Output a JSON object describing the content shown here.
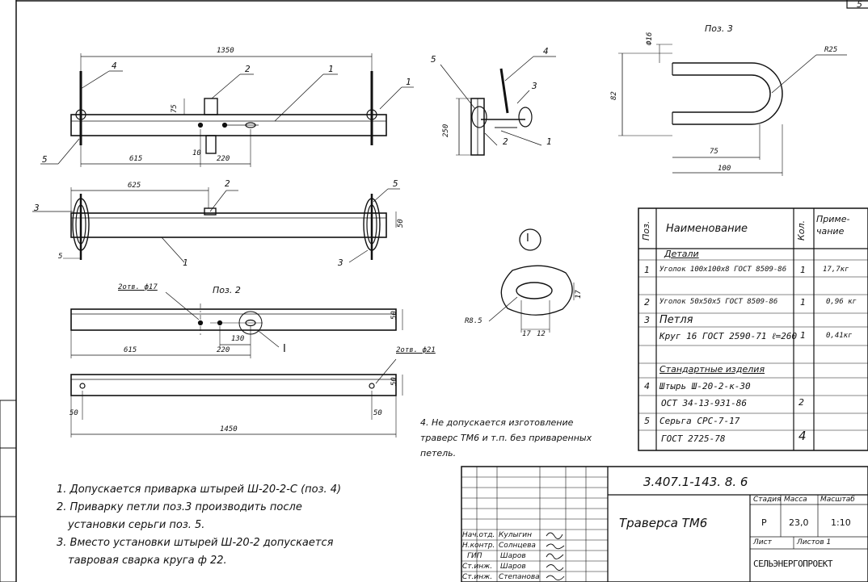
{
  "sheet_number": "5",
  "views": {
    "main": {
      "dim_total": "1350",
      "dim_left": "615",
      "dim_mid": "220",
      "dim_small": "10",
      "dim_height": "75",
      "callouts": [
        "4",
        "2",
        "1",
        "1",
        "5"
      ]
    },
    "side": {
      "dim_height": "250",
      "callouts": [
        "5",
        "4",
        "3",
        "2",
        "1"
      ]
    },
    "plan": {
      "dim_left": "625",
      "dim_right": "50",
      "dim_left_small": "5",
      "callouts": [
        "2",
        "5",
        "3",
        "1",
        "3"
      ]
    },
    "pos2": {
      "title": "Поз. 2",
      "hole_label_1": "2отв. ф17",
      "hole_label_2": "2отв. ф21",
      "dim_left": "615",
      "dim_mid": "220",
      "dim_small": "130",
      "dim_height": "50",
      "dim_end_left": "50",
      "dim_end_right": "50",
      "dim_total": "1450",
      "detail_mark": "I"
    },
    "pos3": {
      "title": "Поз. 3",
      "dim_dia": "Ф16",
      "dim_radius": "R25",
      "dim_height": "82",
      "dim_inner": "75",
      "dim_outer": "100"
    },
    "detail_I": {
      "mark": "I",
      "dim_radius": "R8.5",
      "dim_height": "17",
      "dim_width_1": "17",
      "dim_width_2": "12"
    }
  },
  "spec_table": {
    "headers": {
      "pos": "Поз.",
      "name": "Наименование",
      "qty": "Кол.",
      "note": "Приме-\nчание"
    },
    "sections": {
      "details": "Детали",
      "standard": "Стандартные изделия"
    },
    "rows": [
      {
        "pos": "1",
        "name": "Уголок 100х100х8 ГОСТ 8509-86",
        "qty": "1",
        "note": "17,7кг"
      },
      {
        "pos": "2",
        "name": "Уголок 50х50х5 ГОСТ 8509-86",
        "qty": "1",
        "note": "0,96 кг"
      },
      {
        "pos": "3",
        "name": "Петля",
        "qty": "",
        "note": ""
      },
      {
        "pos": "",
        "name": "Круг 16 ГОСТ 2590-71 ℓ=260",
        "qty": "1",
        "note": "0,41кг"
      },
      {
        "pos": "4",
        "name": "Штырь Ш-20-2-к-30",
        "qty": "",
        "note": ""
      },
      {
        "pos": "",
        "name": "ОСТ 34-13-931-86",
        "qty": "2",
        "note": ""
      },
      {
        "pos": "5",
        "name": "Серьга СРС-7-17",
        "qty": "",
        "note": ""
      },
      {
        "pos": "",
        "name": "ГОСТ 2725-78",
        "qty": "4",
        "note": ""
      }
    ]
  },
  "note_4": [
    "4. Не допускается изготовление",
    "траверс ТМ6 и т.п. без приваренных",
    "петель."
  ],
  "notes": [
    "1. Допускается приварка штырей  Ш-20-2-С (поз. 4)",
    "2. Приварку петли поз.3 производить  после",
    "установки серьги  поз. 5.",
    "3. Вместо установки штырей Ш-20-2 допускается",
    "тавровая сварка  круга  ф 22."
  ],
  "title_block": {
    "doc_code": "3.407.1-143. 8. 6",
    "title": "Траверса  ТМ6",
    "stage_label": "Стадия",
    "mass_label": "Масса",
    "scale_label": "Масштаб",
    "stage": "Р",
    "mass": "23,0",
    "scale": "1:10",
    "sheet_label": "Лист",
    "sheets_label": "Листов 1",
    "org": "СЕЛЬЭНЕРГОПРОЕКТ",
    "signers": [
      {
        "role": "Нач.отд.",
        "name": "Кулыгин"
      },
      {
        "role": "Н.контр.",
        "name": "Солнцева"
      },
      {
        "role": "ГИП",
        "name": "Шаров"
      },
      {
        "role": "Ст.инж.",
        "name": "Шаров"
      },
      {
        "role": "Ст.инж.",
        "name": "Степанова"
      }
    ]
  }
}
